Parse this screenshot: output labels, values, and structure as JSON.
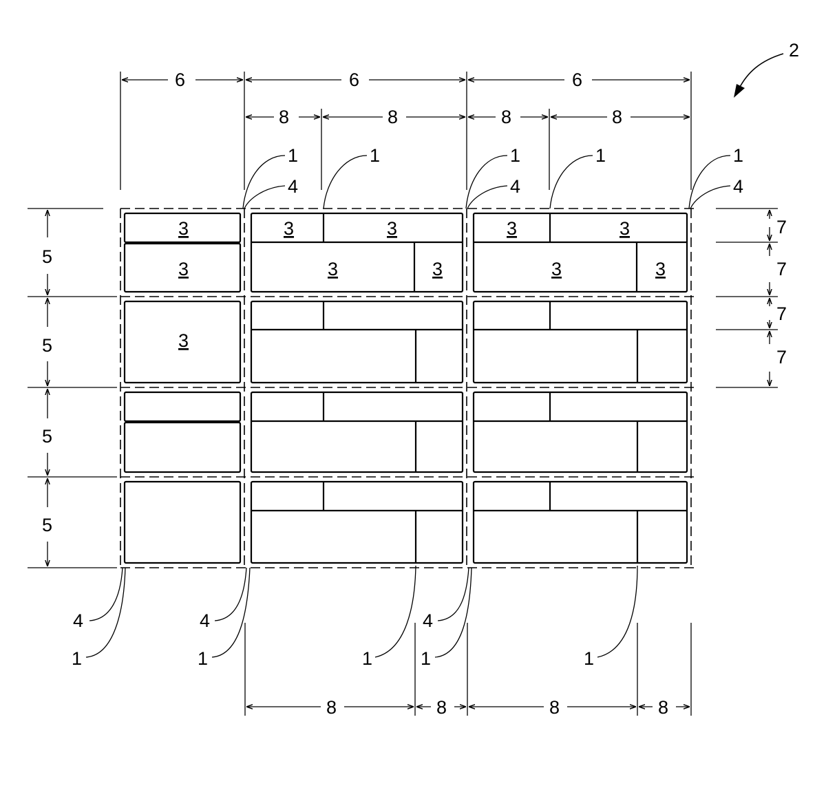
{
  "figure": {
    "ref_main": "2",
    "dim_module_width": "6",
    "dim_sub_width": "8",
    "dim_module_height": "5",
    "dim_sub_height": "7",
    "ref_joint": "1",
    "ref_frame": "4",
    "ref_panel": "3"
  }
}
